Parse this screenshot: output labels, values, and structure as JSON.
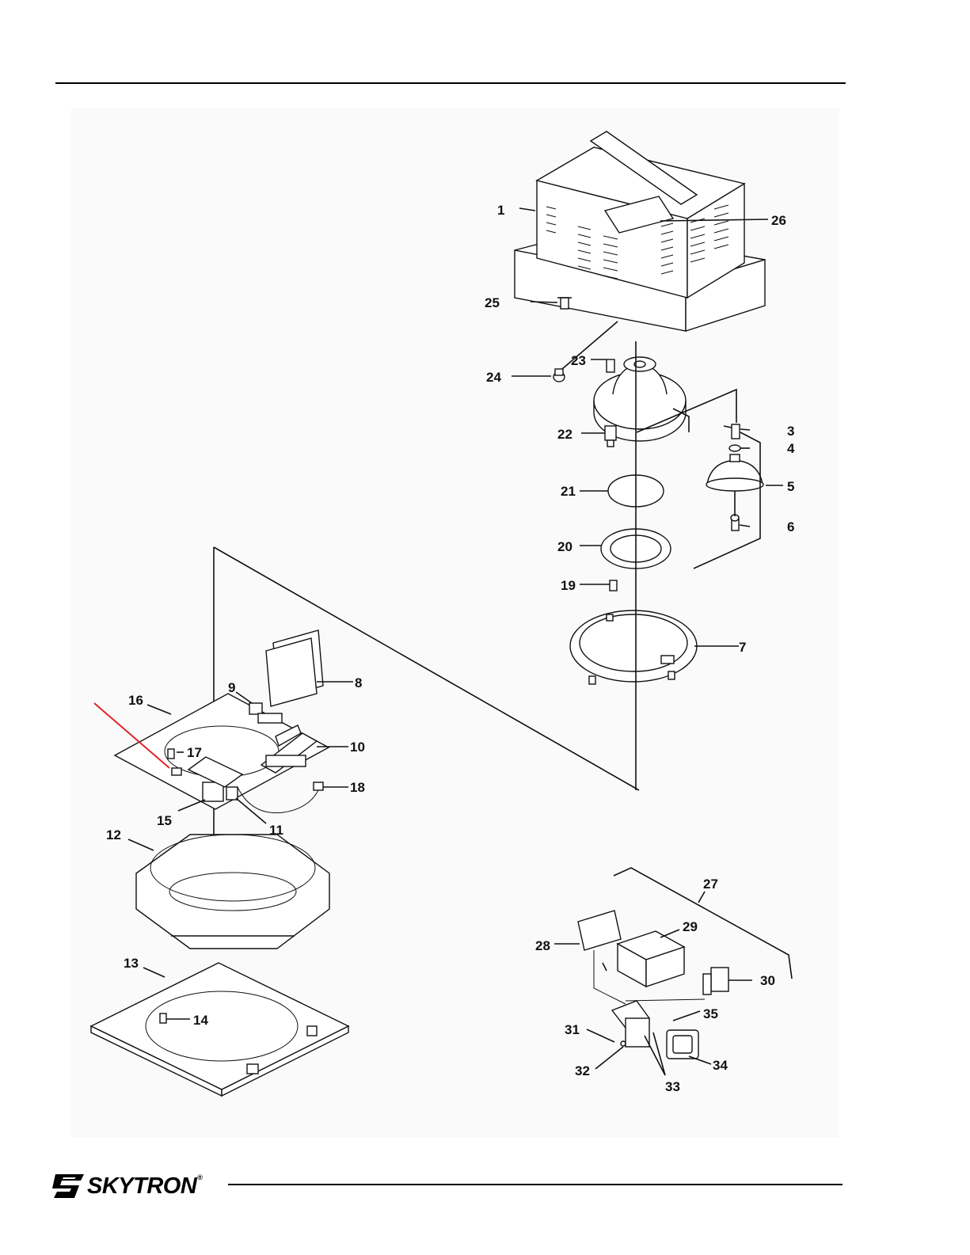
{
  "page": {
    "brand": "SKYTRON",
    "brand_mark": "®"
  },
  "colors": {
    "ink": "#111111",
    "highlight": "#e0242b",
    "paper": "#fafafa"
  },
  "labels": {
    "p1": "1",
    "p3": "3",
    "p4": "4",
    "p5": "5",
    "p6": "6",
    "p7": "7",
    "p8": "8",
    "p9": "9",
    "p10": "10",
    "p11": "11",
    "p12": "12",
    "p13": "13",
    "p14": "14",
    "p15": "15",
    "p16": "16",
    "p17": "17",
    "p18": "18",
    "p19": "19",
    "p20": "20",
    "p21": "21",
    "p22": "22",
    "p23": "23",
    "p24": "24",
    "p25": "25",
    "p26": "26",
    "p27": "27",
    "p28": "28",
    "p29": "29",
    "p30": "30",
    "p31": "31",
    "p32": "32",
    "p33": "33",
    "p34": "34",
    "p35": "35"
  }
}
